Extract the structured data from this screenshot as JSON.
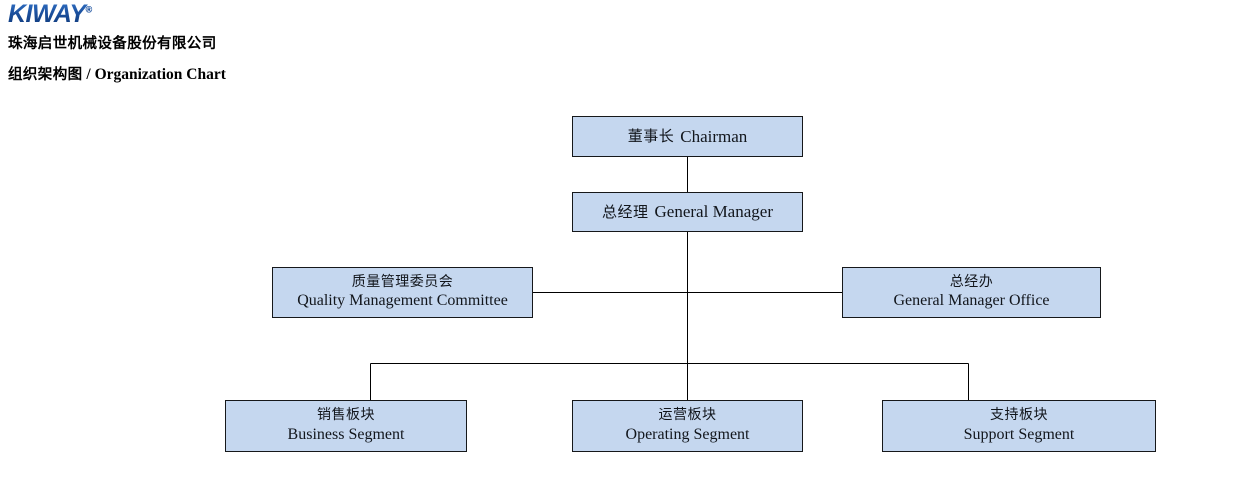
{
  "header": {
    "logo_text": "KIWAY",
    "logo_mark": "®",
    "logo_color": "#1b4f9c",
    "company_name_cn": "珠海启世机械设备股份有限公司",
    "title_cn": "组织架构图",
    "title_separator": " / ",
    "title_en": "Organization Chart"
  },
  "chart_data": {
    "type": "diagram",
    "diagram_type": "organization-chart",
    "node_fill": "#c5d7ef",
    "node_border": "#16181a",
    "connector_color": "#000000",
    "nodes": [
      {
        "id": "chairman",
        "level": 1,
        "cn": "董事长",
        "en": "Chairman",
        "layout": "inline"
      },
      {
        "id": "gm",
        "level": 2,
        "cn": "总经理",
        "en": "General Manager",
        "layout": "inline"
      },
      {
        "id": "qmc",
        "level": 3,
        "cn": "质量管理委员会",
        "en": "Quality Management Committee",
        "layout": "stacked"
      },
      {
        "id": "gmo",
        "level": 3,
        "cn": "总经办",
        "en": "General Manager Office",
        "layout": "stacked"
      },
      {
        "id": "business",
        "level": 4,
        "cn": "销售板块",
        "en": "Business Segment",
        "layout": "stacked"
      },
      {
        "id": "operating",
        "level": 4,
        "cn": "运营板块",
        "en": "Operating Segment",
        "layout": "stacked"
      },
      {
        "id": "support",
        "level": 4,
        "cn": "支持板块",
        "en": "Support Segment",
        "layout": "stacked"
      }
    ],
    "edges": [
      {
        "from": "chairman",
        "to": "gm"
      },
      {
        "from": "gm",
        "to": "qmc"
      },
      {
        "from": "gm",
        "to": "gmo"
      },
      {
        "from": "gm",
        "to": "business"
      },
      {
        "from": "gm",
        "to": "operating"
      },
      {
        "from": "gm",
        "to": "support"
      }
    ]
  }
}
